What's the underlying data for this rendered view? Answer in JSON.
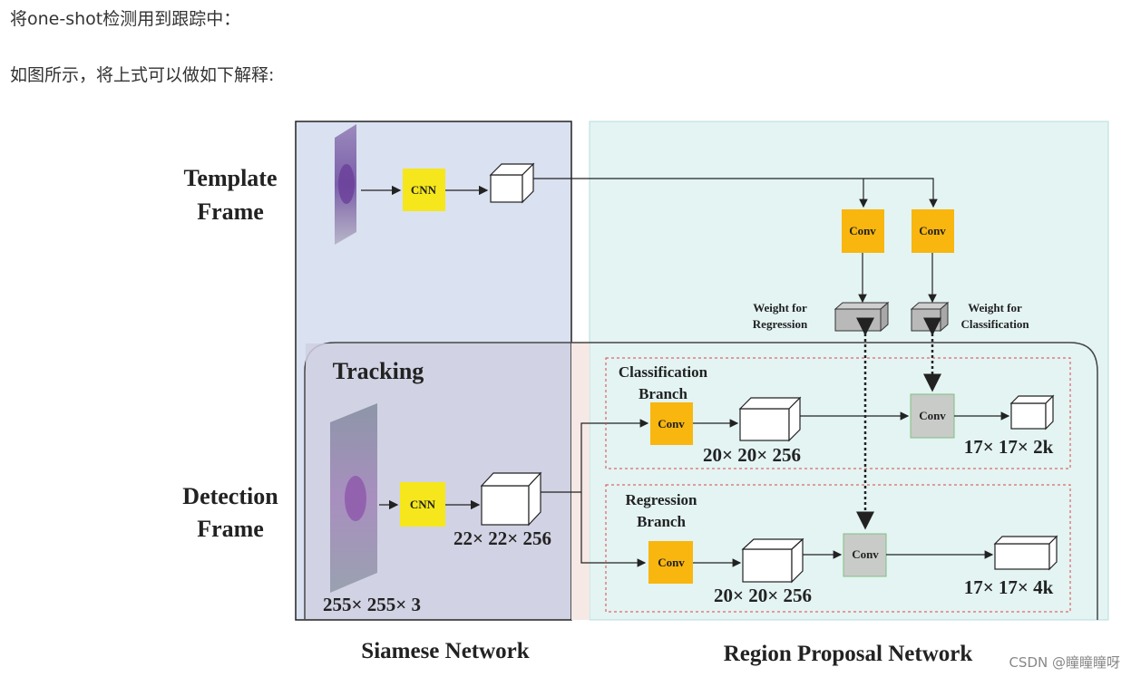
{
  "text": {
    "line1": "将one-shot检测用到跟踪中：",
    "line2": "如图所示，将上式可以做如下解释:"
  },
  "diagram": {
    "template_frame": [
      "Template",
      "Frame"
    ],
    "detection_frame": [
      "Detection",
      "Frame"
    ],
    "tracking": "Tracking",
    "cnn": "CNN",
    "conv": "Conv",
    "weight_regression": [
      "Weight for",
      "Regression"
    ],
    "weight_classification": [
      "Weight for",
      "Classification"
    ],
    "classification_branch": [
      "Classification",
      "Branch"
    ],
    "regression_branch": [
      "Regression",
      "Branch"
    ],
    "dim_input": "255× 255× 3",
    "dim_feature": "22× 22× 256",
    "dim_cls_feature": "20× 20× 256",
    "dim_reg_feature": "20× 20× 256",
    "out_cls": "17× 17× 2k",
    "out_reg": "17× 17× 4k",
    "siamese_network": "Siamese Network",
    "region_proposal_network": "Region Proposal Network"
  },
  "watermark": "CSDN @瞳瞳瞳呀",
  "colors": {
    "siamese_bg": "#dae1f1",
    "rpn_bg": "#e3f4f3",
    "cnn_yellow": "#f5e71b",
    "conv_orange": "#f8b60f",
    "gray_conv": "#c9cbc9"
  }
}
